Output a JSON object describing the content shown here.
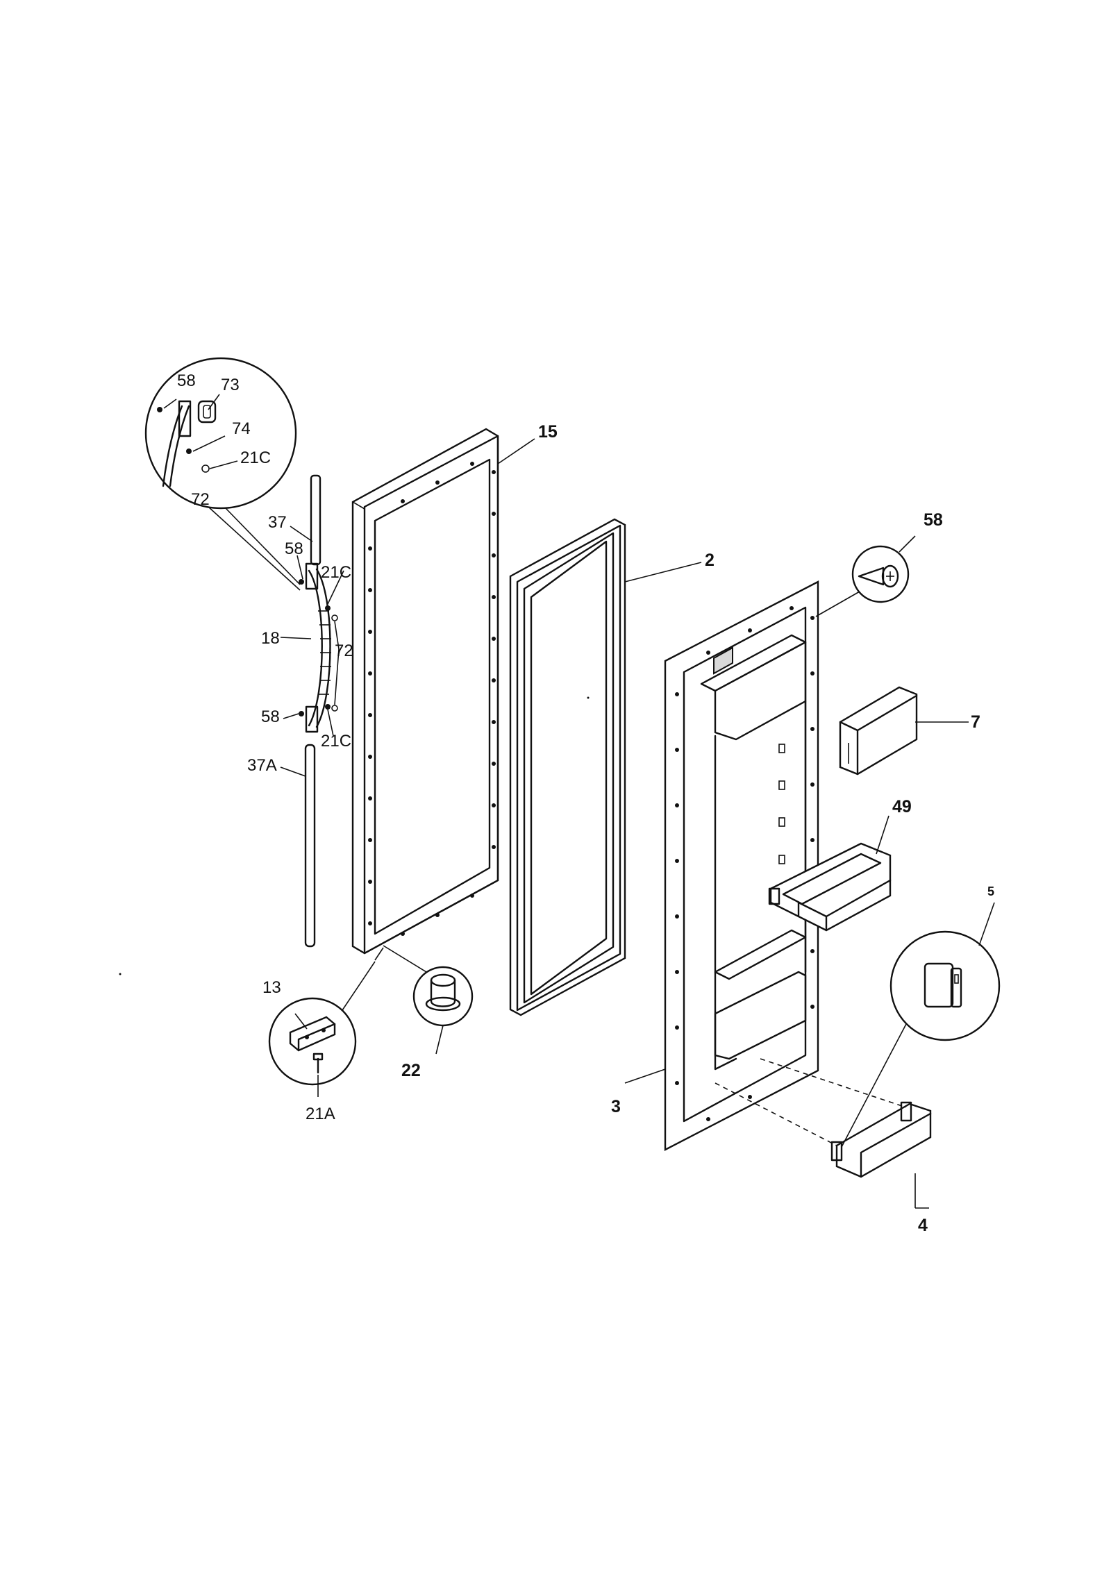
{
  "labels": {
    "p15": "15",
    "p2": "2",
    "p3": "3",
    "p4": "4",
    "p5": "5",
    "p7": "7",
    "p13": "13",
    "p18": "18",
    "p22": "22",
    "p21A": "21A",
    "p37": "37",
    "p37A": "37A",
    "p49": "49",
    "p58_screw": "58",
    "p58_inset": "58",
    "p58_upper": "58",
    "p58_lower": "58",
    "p73": "73",
    "p74": "74",
    "p21C_inset": "21C",
    "p21C_upper": "21C",
    "p21C_lower": "21C",
    "p72_inset": "72",
    "p72_mid": "72"
  }
}
